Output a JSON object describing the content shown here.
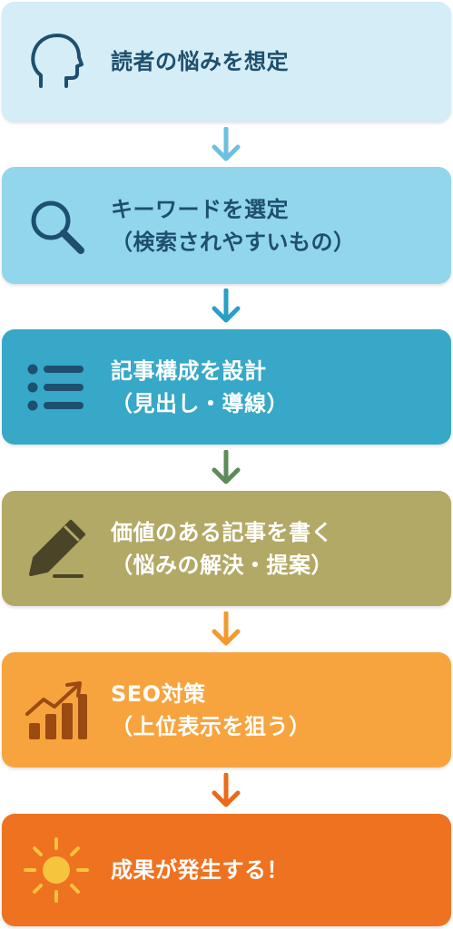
{
  "colors": {
    "step1_bg": "#d4edf7",
    "step2_bg": "#92d6ec",
    "step3_bg": "#37a8c7",
    "step4_bg": "#b3a966",
    "step5_bg": "#f7a43e",
    "step6_bg": "#ef7220",
    "dark_text": "#1e4f6e",
    "light_text": "#ffffff",
    "arrow1": "#6cc0e0",
    "arrow2": "#2a9fc4",
    "arrow3": "#5b8c5a",
    "arrow4": "#f29a2e",
    "arrow5": "#ea6a1a"
  },
  "steps": [
    {
      "icon": "head-icon",
      "line1": "読者の悩みを想定",
      "line2": ""
    },
    {
      "icon": "magnifier-icon",
      "line1": "キーワードを選定",
      "line2": "（検索されやすいもの）"
    },
    {
      "icon": "list-icon",
      "line1": "記事構成を設計",
      "line2": "（見出し・導線）"
    },
    {
      "icon": "pencil-icon",
      "line1": "価値のある記事を書く",
      "line2": "（悩みの解決・提案）"
    },
    {
      "icon": "growth-chart-icon",
      "line1": "SEO対策",
      "line2": "（上位表示を狙う）"
    },
    {
      "icon": "sun-icon",
      "line1": "成果が発生する！",
      "line2": ""
    }
  ]
}
